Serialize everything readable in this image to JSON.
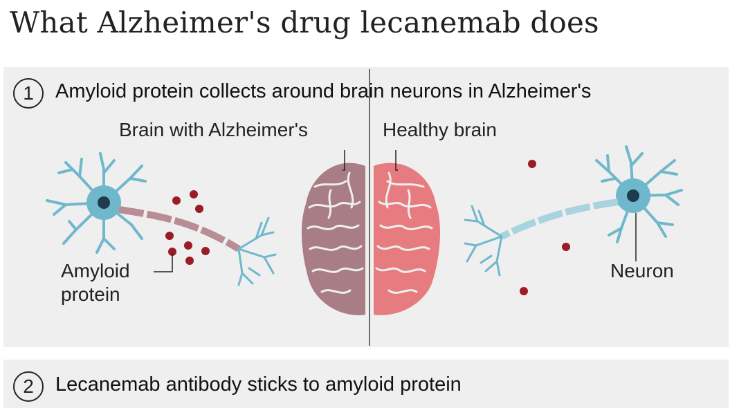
{
  "title": "What Alzheimer's drug lecanemab does",
  "steps": [
    {
      "number": "1",
      "text": "Amyloid protein collects around brain neurons in Alzheimer's"
    },
    {
      "number": "2",
      "text": "Lecanemab antibody sticks to amyloid protein"
    }
  ],
  "labels": {
    "alzheimers_brain": "Brain with Alzheimer's",
    "healthy_brain": "Healthy brain",
    "amyloid_line1": "Amyloid",
    "amyloid_line2": "protein",
    "neuron": "Neuron"
  },
  "colors": {
    "neuron": "#6fb8cc",
    "neuron_nucleus": "#1f3b4d",
    "amyloid": "#9b1c23",
    "alz_brain": "#a87d86",
    "healthy_brain": "#e77c80",
    "alz_axon": "#b88d95",
    "healthy_axon": "#a9d3df"
  }
}
